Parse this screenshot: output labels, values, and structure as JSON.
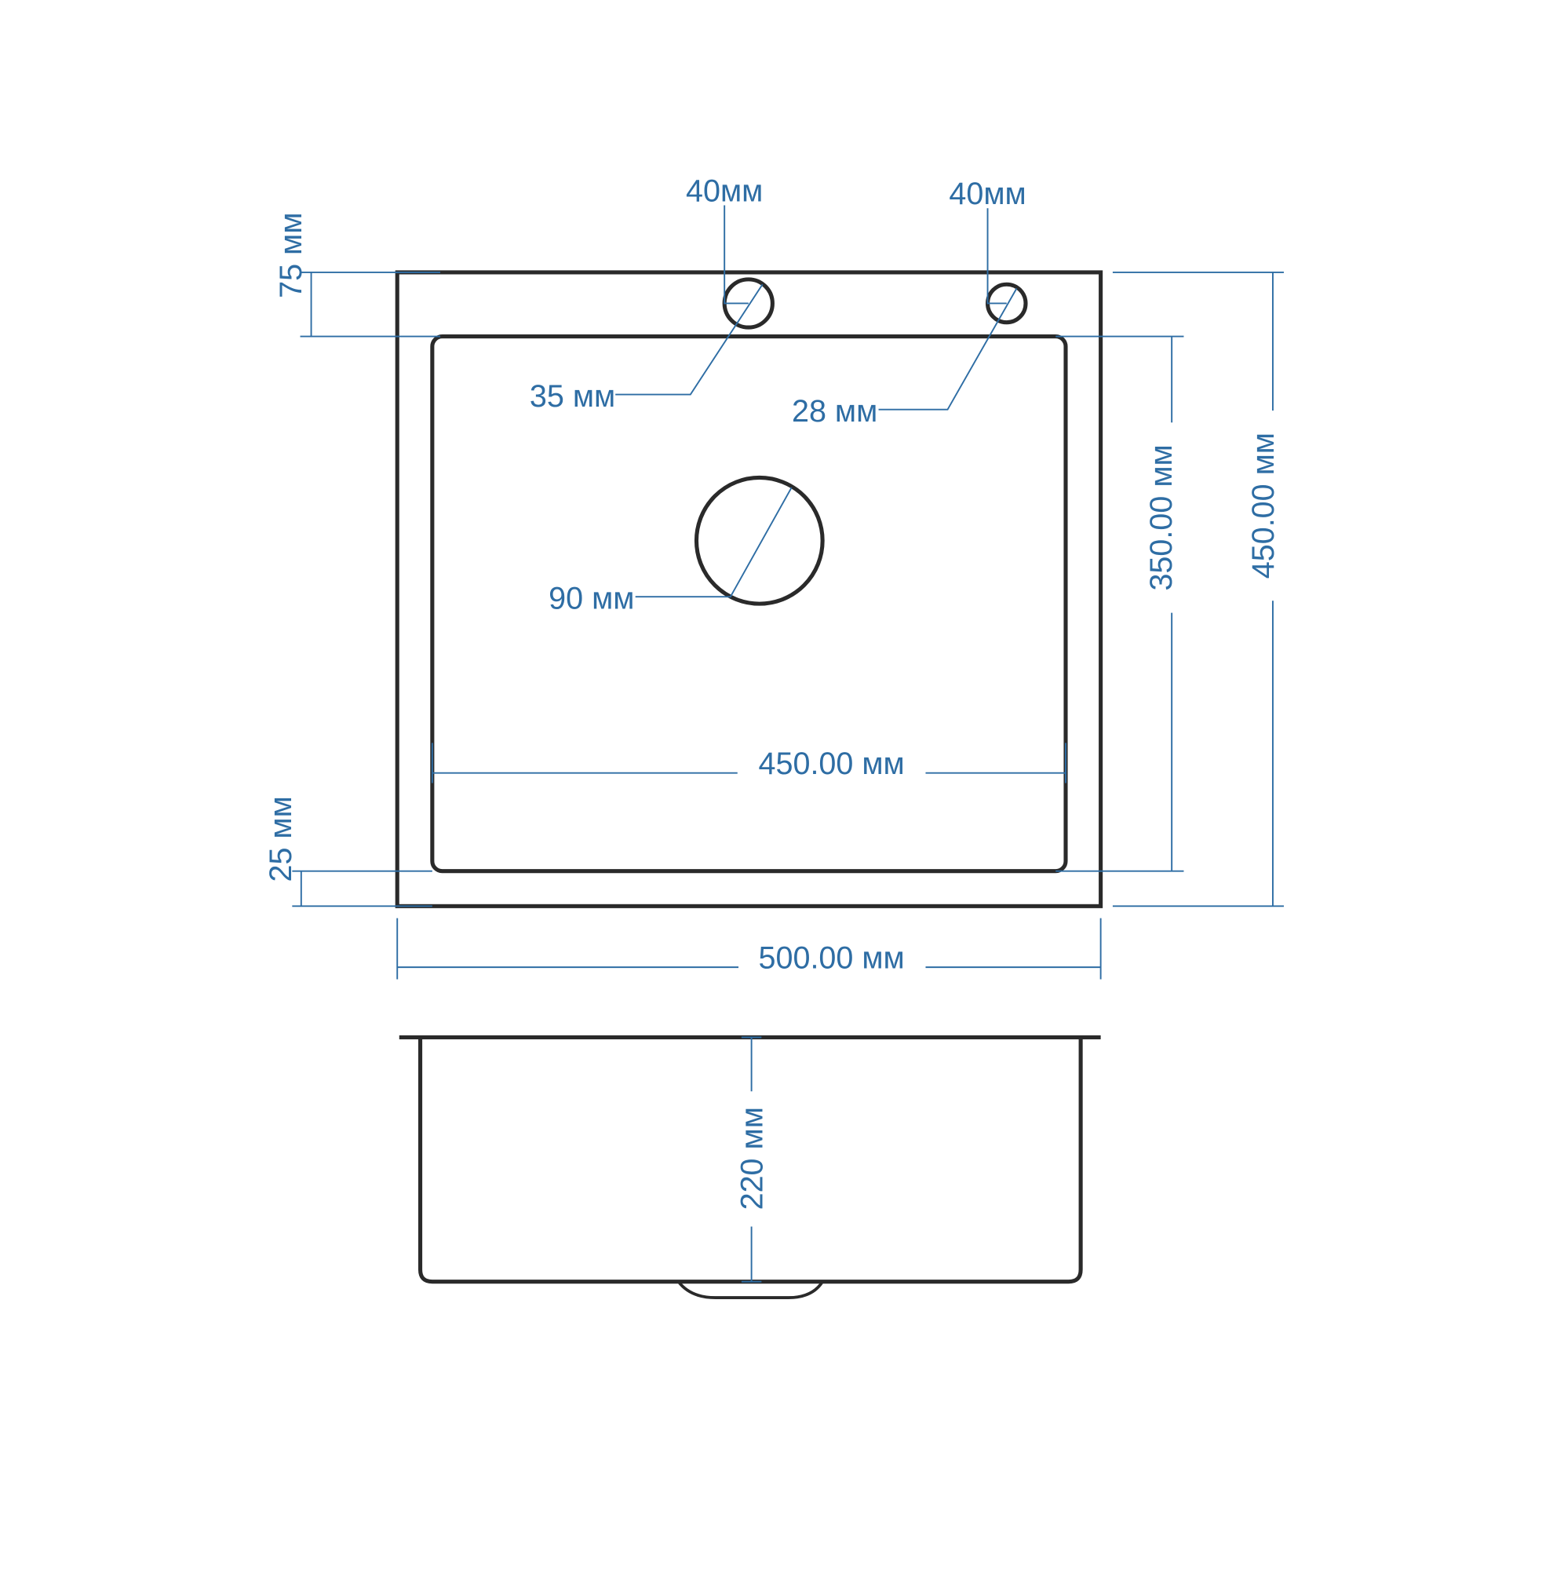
{
  "colors": {
    "dimension": "#2e6da4",
    "outline": "#2a2a2a"
  },
  "labels": {
    "faucet_hole_left_offset": "40мм",
    "faucet_hole_right_offset": "40мм",
    "faucet_hole_left_diameter": "35 мм",
    "faucet_hole_right_diameter": "28 мм",
    "drain_diameter": "90 мм",
    "bowl_width": "450.00 мм",
    "overall_width": "500.00 мм",
    "top_margin": "75 мм",
    "bottom_margin": "25 мм",
    "bowl_length": "350.00 мм",
    "overall_length": "450.00 мм",
    "depth": "220 мм"
  }
}
